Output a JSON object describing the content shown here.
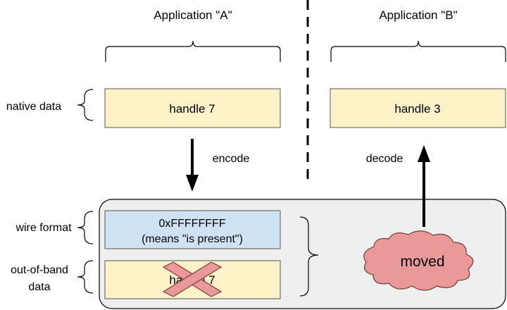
{
  "apps": {
    "a_label": "Application \"A\"",
    "b_label": "Application \"B\""
  },
  "row_labels": {
    "native": "native data",
    "wire": "wire format",
    "oob_line1": "out-of-band",
    "oob_line2": "data"
  },
  "boxes": {
    "handle_a": "handle 7",
    "handle_b": "handle 3",
    "wire_line1": "0xFFFFFFFF",
    "wire_line2": "(means \"is present\")",
    "oob_struck": "handle 7",
    "cloud": "moved"
  },
  "arrows": {
    "encode": "encode",
    "decode": "decode"
  },
  "colors": {
    "handle_fill": "#fdf1c8",
    "wire_fill": "#cfe2f3",
    "tray_fill": "#efefef",
    "cloud_fill": "#ea9999",
    "cross_fill": "#ea9999"
  }
}
